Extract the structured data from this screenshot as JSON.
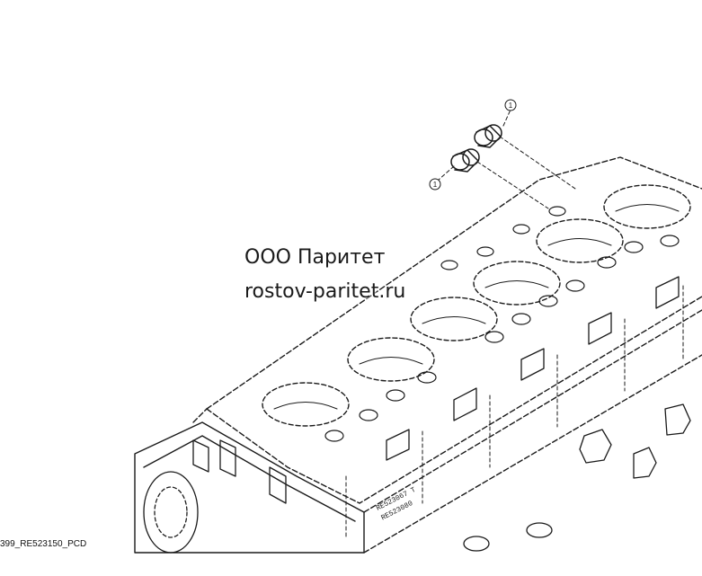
{
  "watermark": {
    "company": "ООО Паритет",
    "site": "rostov-paritet.ru"
  },
  "drawing_ref": "399_RE523150_PCD",
  "engraving": {
    "line1": "RE523067 T",
    "line2": "RE523080"
  },
  "callouts": [
    {
      "id": "callout-1",
      "label": "1"
    },
    {
      "id": "callout-2",
      "label": "1"
    }
  ],
  "colors": {
    "line": "#1a1a1a",
    "background": "#ffffff"
  }
}
